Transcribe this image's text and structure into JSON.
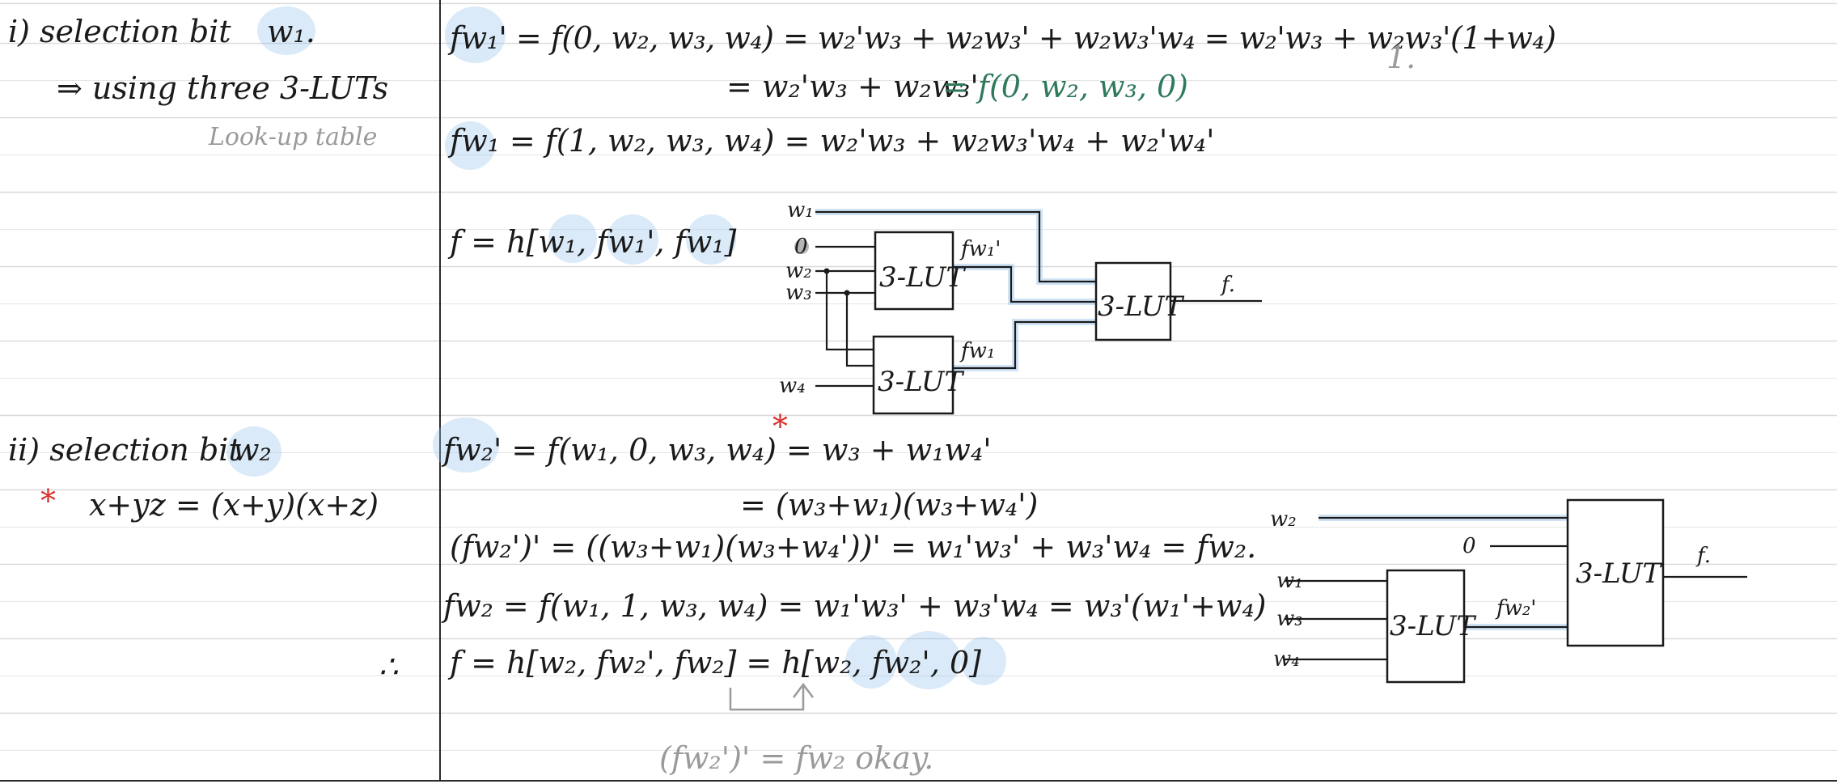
{
  "left_column": {
    "part1_heading": "i) selection bit",
    "part1_var": "w₁.",
    "part1_method": "⇒ using three 3-LUTs",
    "part1_note": "Look-up table",
    "part2_heading": "ii) selection bit",
    "part2_var": "w₂",
    "part2_star": "*",
    "part2_identity": "x+yz = (x+y)(x+z)",
    "therefore": "∴"
  },
  "part1": {
    "eq1_line1": "fw₁' = f(0, w₂, w₃, w₄) = w₂'w₃ + w₂w₃' + w₂w₃'w₄ = w₂'w₃ + w₂w₃'(1+w₄)",
    "eq1_note": "1.",
    "eq1_line2": "= w₂'w₃ + w₂w₃'",
    "eq1_line2_green": "= f(0, w₂, w₃, 0)",
    "eq2": "fw₁ = f(1, w₂, w₃, w₄) = w₂'w₃ + w₂w₃'w₄ + w₂'w₄'",
    "eq3": "f = h[w₁, fw₁', fw₁]"
  },
  "part2": {
    "star": "*",
    "eq1_line1": "fw₂' = f(w₁, 0, w₃, w₄) = w₃ + w₁w₄'",
    "eq1_line2": "= (w₃+w₁)(w₃+w₄')",
    "eq2": "(fw₂')' = ((w₃+w₁)(w₃+w₄'))' = w₁'w₃' + w₃'w₄ = fw₂.",
    "eq3": "fw₂ = f(w₁, 1, w₃, w₄) = w₁'w₃' + w₃'w₄ = w₃'(w₁'+w₄)",
    "eq4": "f = h[w₂, fw₂', fw₂] = h[w₂, fw₂', 0]",
    "note": "(fw₂')' = fw₂ okay."
  },
  "circuit1": {
    "lut_label": "3-LUT",
    "in_w1": "w₁",
    "in_0": "0",
    "in_w2": "w₂",
    "in_w3": "w₃",
    "in_w4": "w₄",
    "out_fw1p": "fw₁'",
    "out_fw1": "fw₁",
    "out_f": "f."
  },
  "circuit2": {
    "lut_label": "3-LUT",
    "in_w2": "w₂",
    "in_0": "0",
    "in_w1": "w₁",
    "in_w3": "w₃",
    "in_w4": "w₄",
    "out_fw2p": "fw₂'",
    "out_f": "f."
  },
  "colors": {
    "ink": "#1a1a1a",
    "grey": "#9a9a9a",
    "green": "#2f7a5b",
    "red": "#d9302c",
    "highlight": "#96c3eb"
  }
}
